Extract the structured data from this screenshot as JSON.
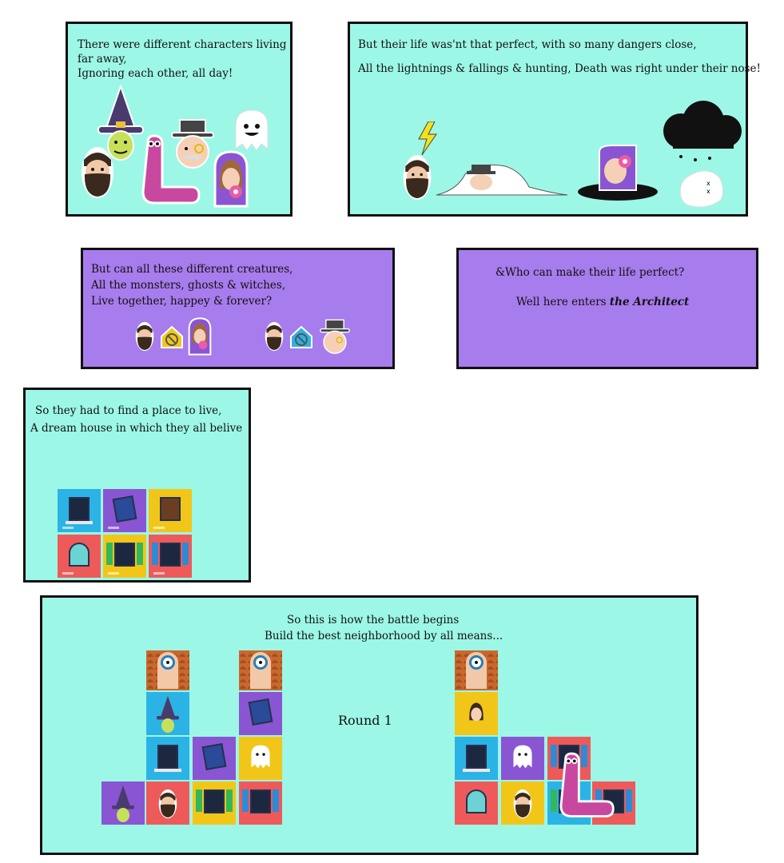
{
  "panels": {
    "p1": {
      "lines": [
        "There were different characters living",
        "far away,",
        "Ignoring each other, all day!"
      ]
    },
    "p2": {
      "lines": [
        "But their life was'nt that perfect, with so many dangers close,",
        "All the lightnings & fallings & hunting, Death was right under their nose!"
      ]
    },
    "p3": {
      "lines": [
        "But can all these different creatures,",
        "All the monsters, ghosts & witches,",
        "Live together, happey & forever?"
      ]
    },
    "p4": {
      "line1": "&Who can make their life perfect?",
      "line2_prefix": "Well here enters ",
      "line2_emph": "the Architect"
    },
    "p5": {
      "lines": [
        "So they had to find a place to live,",
        "A dream house in which  they all belive"
      ]
    },
    "p6": {
      "lines": [
        "So this is how the battle begins",
        "Build the best neighborhood by all means..."
      ],
      "round_label": "Round 1"
    }
  },
  "colors": {
    "mint": "#9df7e6",
    "lavender": "#a77cec",
    "tile_blue": "#2cb3e6",
    "tile_purple": "#8a55d2",
    "tile_yellow": "#f2c619",
    "tile_red": "#ee5a5a",
    "roof_orange": "#c9682e",
    "worm_pink": "#c9489f"
  },
  "icons": [
    "lightning-icon",
    "cloud-icon",
    "ban-house-icon",
    "witch-icon",
    "ghost-icon",
    "worm-icon",
    "bearded-man-icon",
    "gentleman-icon",
    "woman-icon",
    "cyclops-icon"
  ]
}
